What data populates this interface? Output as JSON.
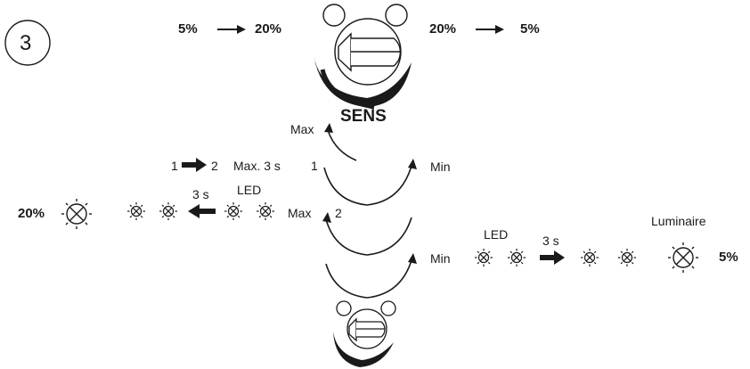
{
  "step": {
    "number": "3"
  },
  "top": {
    "left_from": "5%",
    "left_to": "20%",
    "right_from": "20%",
    "right_to": "5%",
    "knob_label": "SENS"
  },
  "middle": {
    "max_label": "Max",
    "pos1_label": "1",
    "pos2_label": "2",
    "min_label": "Min",
    "max2_label": "Max"
  },
  "left_branch": {
    "seq_from": "1",
    "seq_to": "2",
    "duration_label": "Max. 3 s",
    "delay_label": "3 s",
    "led_label": "LED",
    "percent": "20%"
  },
  "right_branch": {
    "min_label": "Min",
    "led_label": "LED",
    "delay_label": "3 s",
    "luminaire_label": "Luminaire",
    "percent": "5%"
  },
  "icons": [
    "knob-dial-icon",
    "arrow-right-icon",
    "arrow-left-icon",
    "led-icon",
    "luminaire-icon"
  ],
  "colors": {
    "ink": "#1a1a1a",
    "background": "#ffffff"
  }
}
